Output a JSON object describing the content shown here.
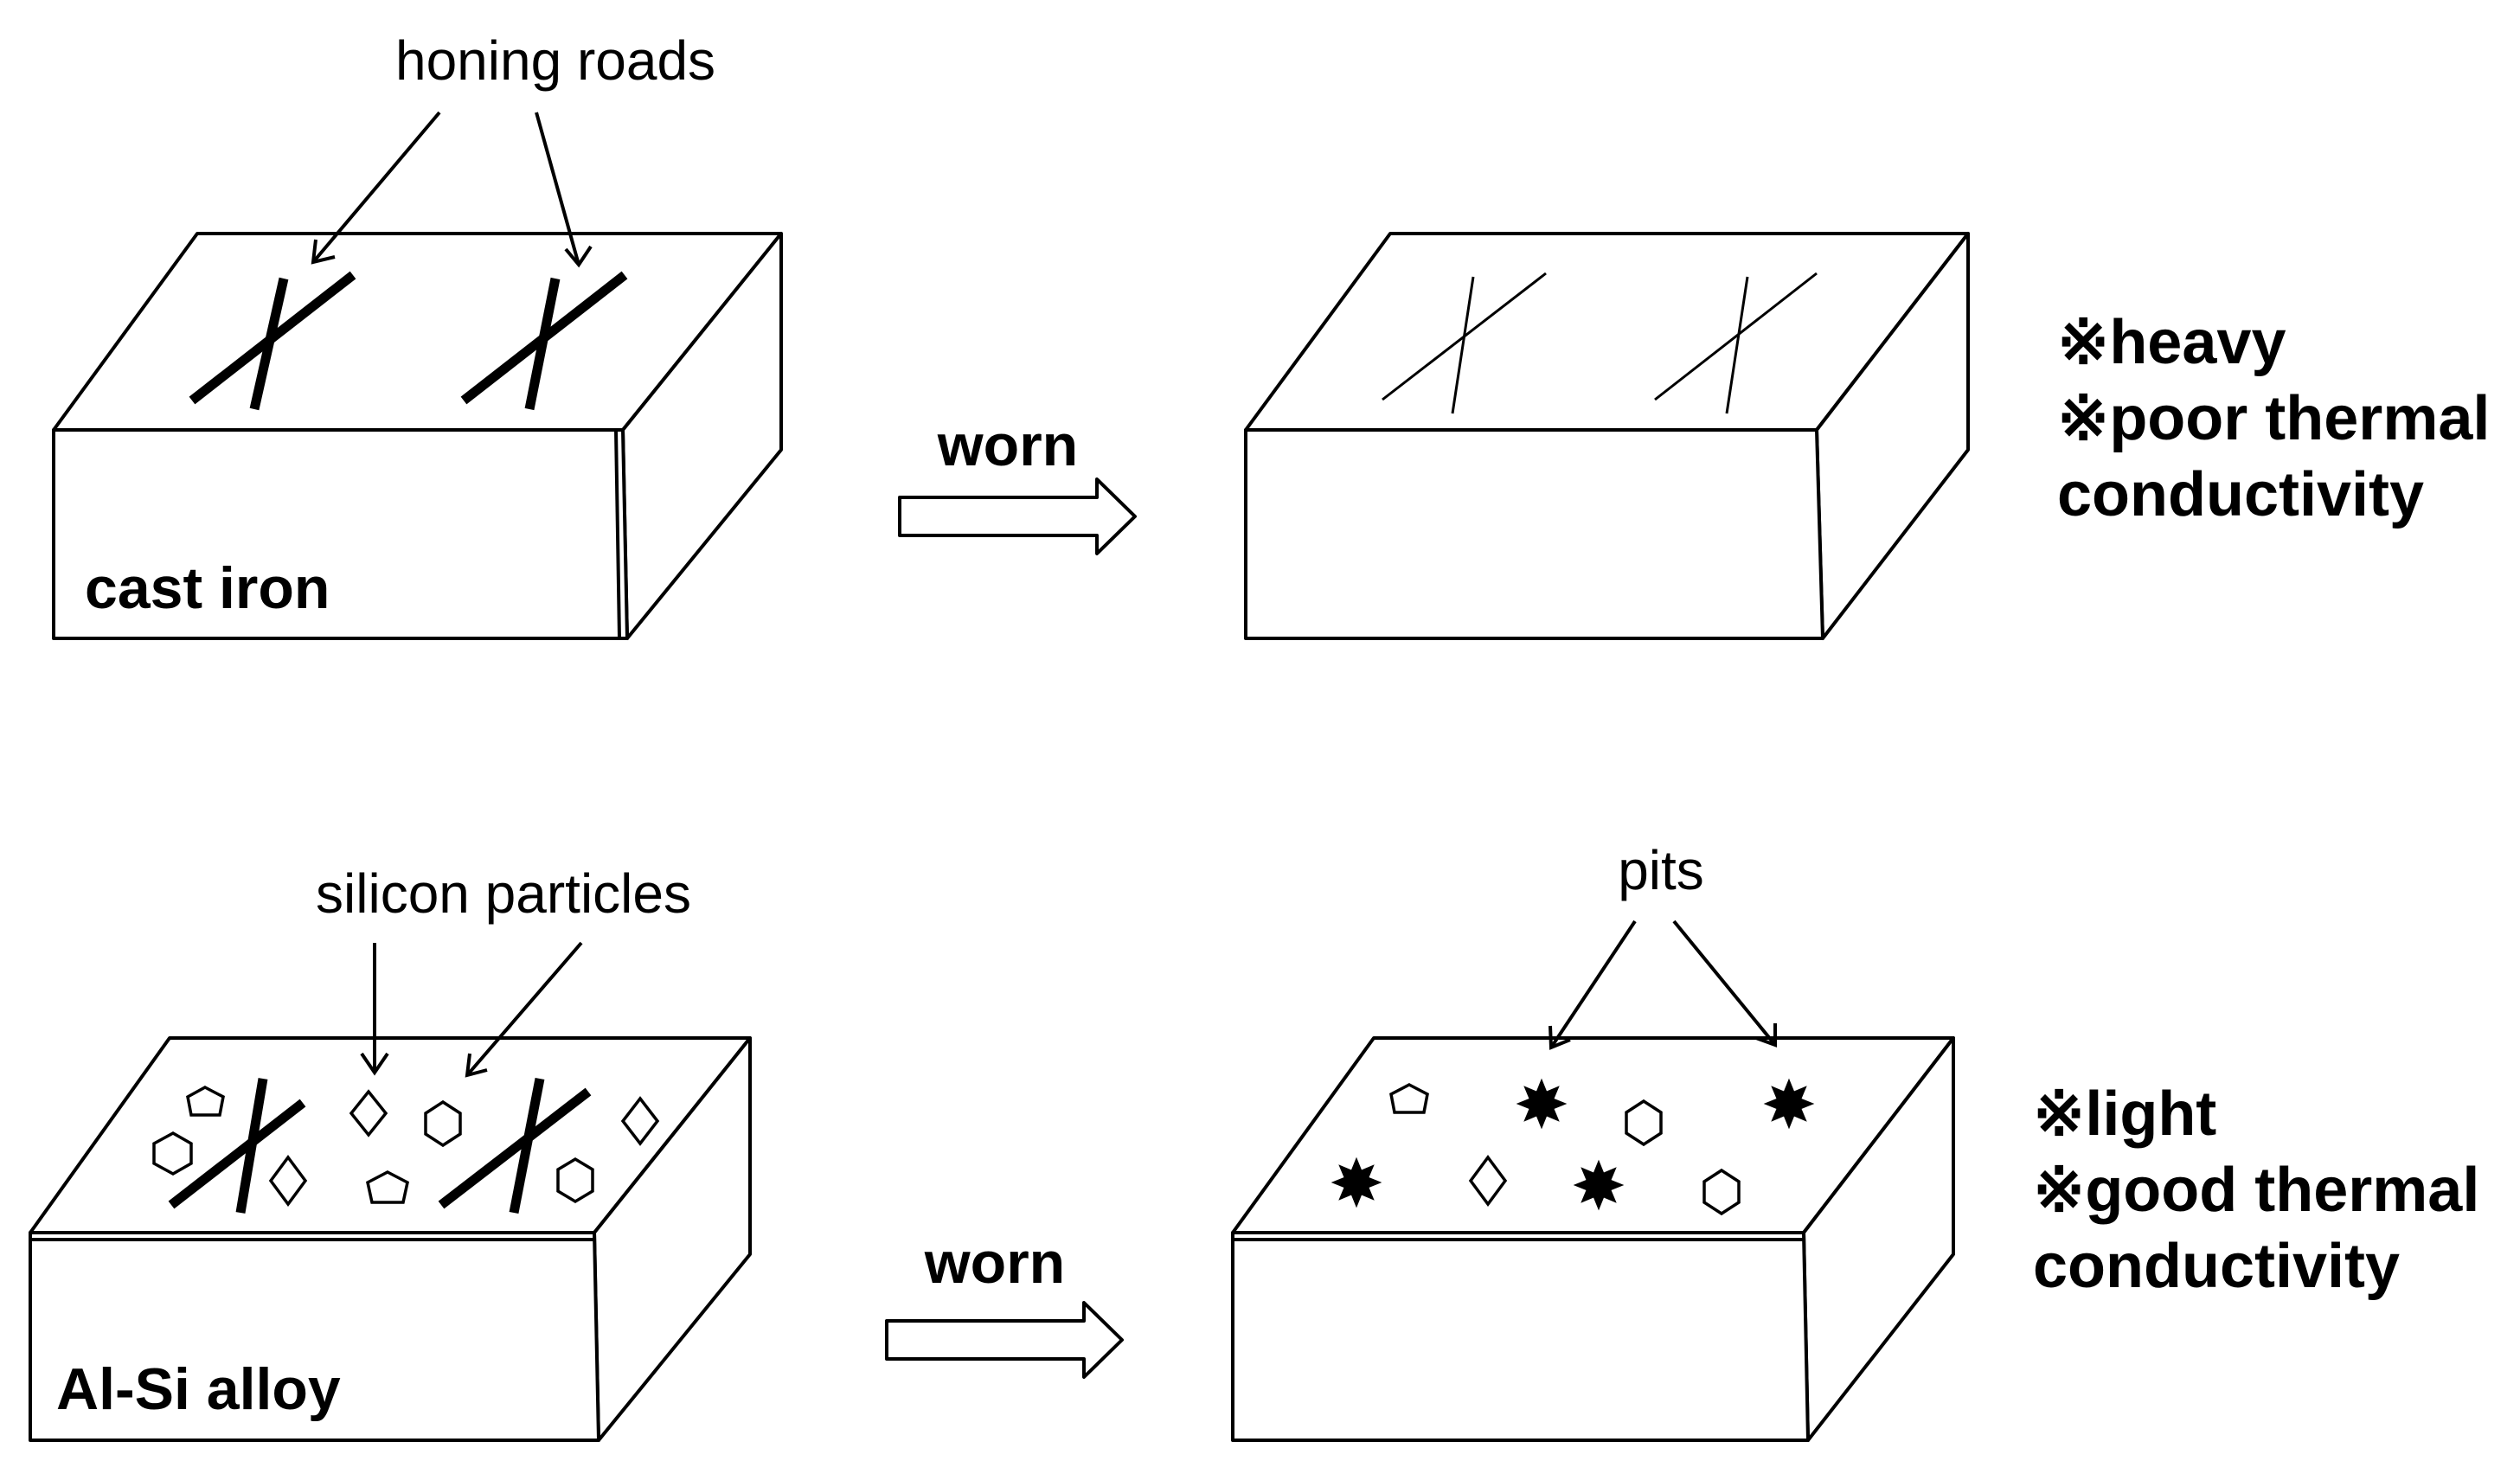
{
  "labels": {
    "honing_roads": "honing roads",
    "silicon_particles": "silicon particles",
    "pits": "pits",
    "cast_iron": "cast iron",
    "al_si_alloy": "Al-Si alloy",
    "worn_top": "worn",
    "worn_bottom": "worn"
  },
  "properties": {
    "cast_iron": [
      "※heavy",
      "※poor thermal",
      "conductivity"
    ],
    "al_si": [
      "※light",
      "※good thermal",
      "conductivity"
    ]
  }
}
